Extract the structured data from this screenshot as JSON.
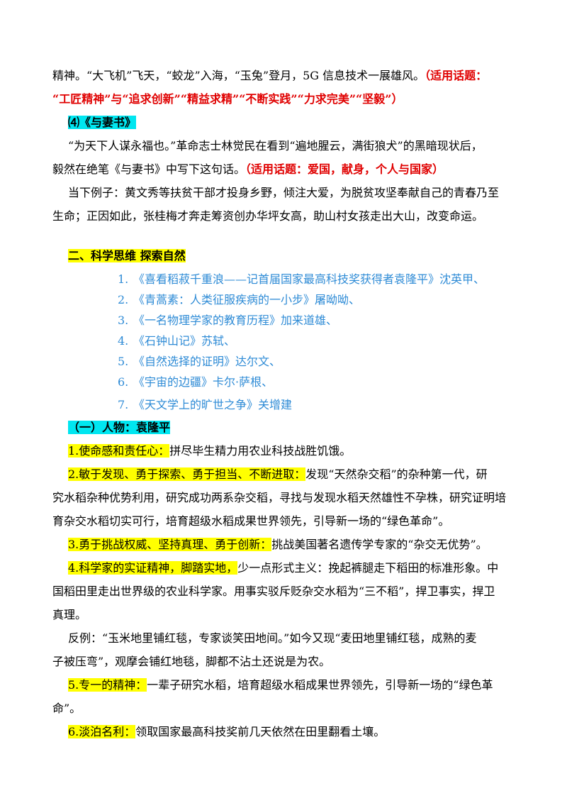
{
  "p1": {
    "l1_text": "精神。“大飞机”飞天，“蛟龙”入海，“玉兔”登月，5G 信息技术一展雄风。",
    "l1_topic": "（适用话题：",
    "l2_topic": "“工匠精神”与“追求创新”“精益求精”“不断实践”“力求完美”“坚毅”）"
  },
  "s4": {
    "heading": "⑷《与妻书》",
    "l1": "“为天下人谋永福也。”革命志士林觉民在看到“遍地腥云，满街狼犬”的黑暗现状后，",
    "l2_text": "毅然在绝笔《与妻书》中写下这句话。",
    "l2_topic": "（适用话题：爱国，献身，个人与国家）",
    "l3": "当下例子：黄文秀等扶贫干部才投身乡野，倾注大爱，为脱贫攻坚奉献自己的青春乃至",
    "l4": "生命；正因如此，张桂梅才奔走筹资创办华坪女高，助山村女孩走出大山，改变命运。"
  },
  "section2": {
    "heading": "二、科学思维 探索自然",
    "items": [
      {
        "num": "1.",
        "text": "《喜看稻菽千重浪——记首届国家最高科技奖获得者袁隆平》沈英甲、"
      },
      {
        "num": "2.",
        "text": "《青蒿素：人类征服疾病的一小步》屠呦呦、"
      },
      {
        "num": "3.",
        "text": "《一名物理学家的教育历程》加来道雄、"
      },
      {
        "num": "4.",
        "text": "《石钟山记》苏轼、"
      },
      {
        "num": "5.",
        "text": "《自然选择的证明》达尔文、"
      },
      {
        "num": "6.",
        "text": "《宇宙的边疆》卡尔·萨根、"
      },
      {
        "num": "7.",
        "text": "《天文学上的旷世之争》关增建"
      }
    ]
  },
  "person": {
    "heading": "（一）人物：袁隆平",
    "p1_label": "1.使命感和责任心：",
    "p1_text": "拼尽毕生精力用农业科技战胜饥饿。",
    "p2_label": "2.敏于发现、勇于探索、勇于担当、不断进取：",
    "p2_l1": "发现“天然杂交稻”的杂种第一代，研",
    "p2_l2": "究水稻杂种优势利用，研究成功两系杂交稻，寻找与发现水稻天然雄性不孕株，研究证明培",
    "p2_l3": "育杂交水稻切实可行，培育超级水稻成果世界领先，引导新一场的“绿色革命”。",
    "p3_label": "3.勇于挑战权威、坚持真理、勇于创新：",
    "p3_text": "挑战美国著名遗传学专家的“杂交无优势”。",
    "p4_label": "4.科学家的实证精神，脚踏实地，",
    "p4_l1": "少一点形式主义：挽起裤腿走下稻田的标准形象。中",
    "p4_l2": "国稻田里走出世界级的农业科学家。用事实驳斥贬杂交水稻为“三不稻”，捍卫事实，捍卫",
    "p4_l3": "真理。",
    "counter_l1": "反例：“玉米地里铺红毯，专家谈笑田地间。”如今又现“麦田地里铺红毯，成熟的麦",
    "counter_l2": "子被压弯”，观摩会铺红地毯，脚都不沾土还说是为农。",
    "p5_label": "5.专一的精神：",
    "p5_l1": "一辈子研究水稻，培育超级水稻成果世界领先，引导新一场的“绿色革",
    "p5_l2": "命”。",
    "p6_label": "6.淡泊名利：",
    "p6_text": "领取国家最高科技奖前几天依然在田里翻看土壤。"
  }
}
